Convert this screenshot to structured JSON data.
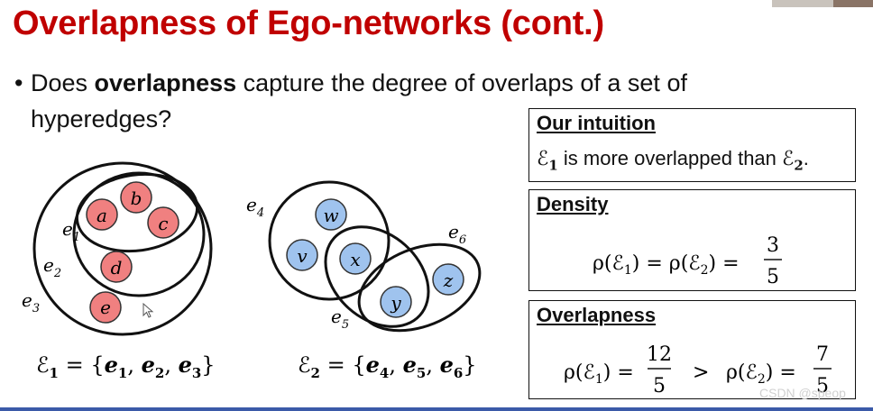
{
  "slide": {
    "title": "Overlapness of Ego-networks (cont.)",
    "bullet": {
      "prefix": "Does ",
      "bold": "overlapness",
      "rest": " capture the degree of overlaps of a set of",
      "line2": "hyperedges?"
    }
  },
  "diagram_left": {
    "nodes": [
      "a",
      "b",
      "c",
      "d",
      "e"
    ],
    "edge_labels": {
      "e1": "e",
      "e1_sub": "1",
      "e2": "e",
      "e2_sub": "2",
      "e3": "e",
      "e3_sub": "3"
    },
    "set_sym": "ℰ",
    "set_sub": "1",
    "set_eq": " = {",
    "set_items": [
      "e",
      "1",
      "e",
      "2",
      "e",
      "3"
    ],
    "node_fill": "#f08080"
  },
  "diagram_right": {
    "nodes": [
      "w",
      "v",
      "x",
      "y",
      "z"
    ],
    "edge_labels": {
      "e4": "e",
      "e4_sub": "4",
      "e5": "e",
      "e5_sub": "5",
      "e6": "e",
      "e6_sub": "6"
    },
    "set_sym": "ℰ",
    "set_sub": "2",
    "set_eq": " = {",
    "set_items": [
      "e",
      "4",
      "e",
      "5",
      "e",
      "6"
    ],
    "node_fill": "#9fc3ee"
  },
  "box_intuition": {
    "heading": "Our intuition",
    "sym1": "ℰ",
    "sub1": "1",
    "text": " is more overlapped than ",
    "sym2": "ℰ",
    "sub2": "2",
    "end": "."
  },
  "box_density": {
    "heading": "Density",
    "lhs": "ρ(ℰ",
    "lhs_sub": "1",
    "mid": ") = ρ(ℰ",
    "mid_sub": "2",
    "eq": ") =",
    "num": "3",
    "den": "5"
  },
  "box_overlapness": {
    "heading": "Overlapness",
    "lhs": "ρ(ℰ",
    "lhs_sub": "1",
    "eq1": ") =",
    "num1": "12",
    "den1": "5",
    "gt": ">",
    "rhs": "ρ(ℰ",
    "rhs_sub": "2",
    "eq2": ") =",
    "num2": "7",
    "den2": "5"
  },
  "watermark": "CSDN @speop",
  "colors": {
    "title": "#c00000",
    "rule": "#3b5aa8"
  }
}
